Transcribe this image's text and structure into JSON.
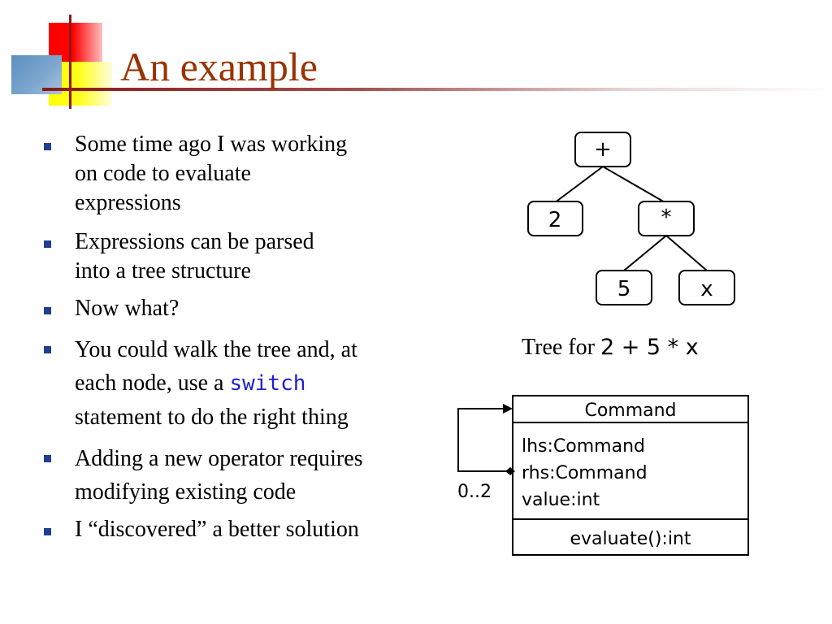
{
  "slide": {
    "title": "An example"
  },
  "bullets": [
    {
      "lines": [
        "Some time ago I was working",
        "on code to evaluate",
        "expressions"
      ]
    },
    {
      "lines": [
        "Expressions can be parsed",
        "into a tree structure"
      ]
    },
    {
      "lines": [
        "Now what?"
      ]
    },
    {
      "before": "You could walk the tree and, at",
      "before2": "each node, use a ",
      "code": "switch",
      "after": "statement to do the right thing"
    },
    {
      "lines": [
        "Adding a new operator requires",
        "modifying existing code"
      ]
    },
    {
      "lines": [
        "I “discovered” a better solution"
      ]
    }
  ],
  "tree": {
    "root": "+",
    "left": "2",
    "right": "*",
    "right_left": "5",
    "right_right": "x"
  },
  "caption": {
    "prefix": "Tree for ",
    "expression": "2 + 5 * x"
  },
  "uml": {
    "class_name": "Command",
    "attributes": [
      "lhs:Command",
      "rhs:Command",
      "value:int"
    ],
    "operations": [
      "evaluate():int"
    ],
    "multiplicity": "0..2"
  }
}
